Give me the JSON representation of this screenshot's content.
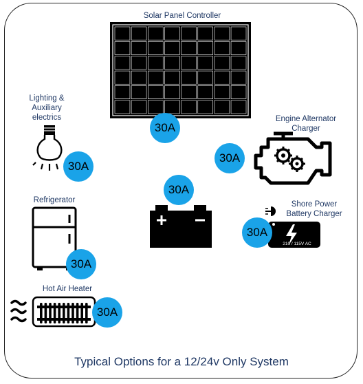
{
  "diagram": {
    "caption": "Typical Options for a 12/24v Only System",
    "components": {
      "solar": {
        "label": "Solar Panel Controller",
        "rating": "30A"
      },
      "lighting": {
        "label_lines": [
          "Lighting &",
          "Auxiliary",
          "electrics"
        ],
        "rating": "30A"
      },
      "alternator": {
        "label_lines": [
          "Engine Alternator",
          "Charger"
        ],
        "rating": "30A"
      },
      "battery": {
        "rating": "30A"
      },
      "refrigerator": {
        "label": "Refrigerator",
        "rating": "30A"
      },
      "shore": {
        "label_lines": [
          "Shore Power",
          "Battery Charger"
        ],
        "rating": "30A",
        "device_text": "210 / 115V AC"
      },
      "heater": {
        "label": "Hot Air Heater",
        "rating": "30A"
      }
    }
  },
  "colors": {
    "badge": "#1aa3e8",
    "label": "#1f3864",
    "icon": "#000000"
  }
}
